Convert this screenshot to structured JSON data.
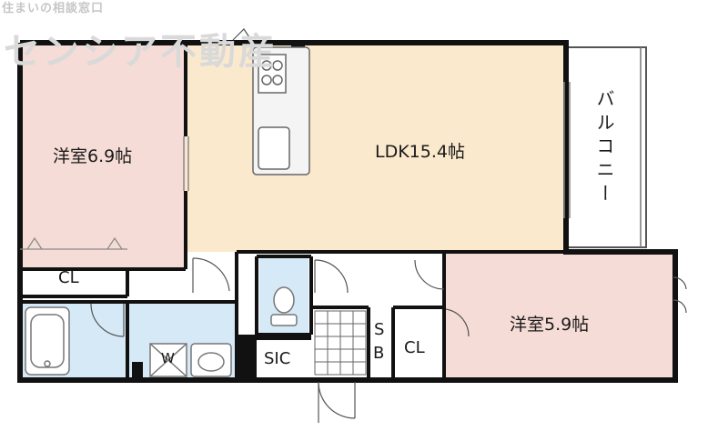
{
  "watermark": {
    "top_text": "住まいの相談窓口",
    "brand": "センシア不動産"
  },
  "rooms": {
    "western_room_1": "洋室6.9帖",
    "ldk": "LDK15.4帖",
    "balcony": "バルコニー",
    "western_room_2": "洋室5.9帖",
    "closet_1": "CL",
    "closet_2": "CL",
    "sic": "SIC",
    "sb_s": "S",
    "sb_b": "B",
    "washer": "W"
  },
  "colors": {
    "wall": "#111111",
    "western_room": "#f6dcd6",
    "ldk": "#fbe9cd",
    "wet_area": "#d6e9f6",
    "balcony": "#ffffff"
  }
}
